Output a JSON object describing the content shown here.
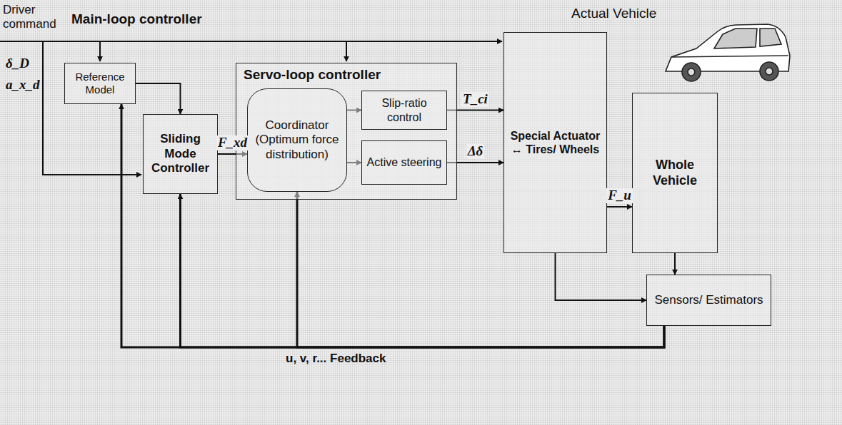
{
  "diagram": {
    "nodes": [
      {
        "text": [
          "Reference Model"
        ]
      },
      {
        "text": [
          "Sliding Mode Controller"
        ]
      },
      {
        "text": [
          "Servo-loop controller"
        ]
      },
      {
        "text": [
          "Coordinator (Optimum force distribution)"
        ],
        "in": 2
      },
      {
        "text": [
          "Slip-ratio control"
        ],
        "in": 2
      },
      {
        "text": [
          "Active steering"
        ],
        "in": 2
      },
      {
        "text": [
          "Special Actuator ↔ Tires/ Wheels"
        ]
      },
      {
        "text": [
          "Whole Vehicle"
        ]
      },
      {
        "text": [
          "Sensors/ Estimators"
        ]
      }
    ],
    "edges": [
      {
        "from": 0,
        "to": 1,
        "arrow": "to"
      },
      {
        "from": 1,
        "to": 3,
        "label": "F_xd",
        "arrow": "to"
      },
      {
        "from": 3,
        "to": 4,
        "arrow": "to"
      },
      {
        "from": 3,
        "to": 5,
        "arrow": "to"
      },
      {
        "from": 4,
        "to": 6,
        "label": "T_ci",
        "arrow": "to"
      },
      {
        "from": 5,
        "to": 6,
        "label": "Δδ",
        "arrow": "to"
      },
      {
        "from": 6,
        "to": 7,
        "label": "F_u",
        "arrow": "to"
      },
      {
        "from": 6,
        "to": 8,
        "arrow": "to"
      },
      {
        "from": 7,
        "to": 8,
        "arrow": "to"
      },
      {
        "from": 8,
        "to": 0,
        "arrow": "to"
      },
      {
        "from": 8,
        "to": 1,
        "arrow": "to"
      },
      {
        "from": 8,
        "to": 3,
        "arrow": "to"
      }
    ],
    "labels": [
      "Driver command",
      "δ_D",
      "a_x_d",
      "Main-loop controller",
      "Actual Vehicle",
      "u, v, r... Feedback"
    ]
  }
}
